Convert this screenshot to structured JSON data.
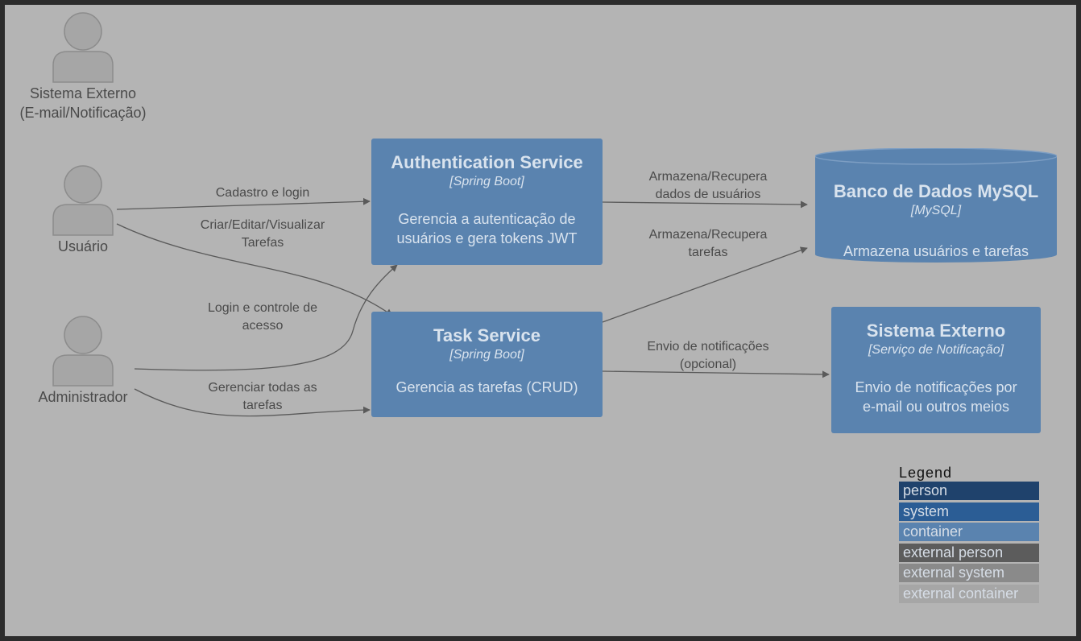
{
  "persons": {
    "external_system": {
      "line1": "Sistema Externo",
      "line2": "(E-mail/Notificação)"
    },
    "usuario": {
      "label": "Usuário"
    },
    "administrador": {
      "label": "Administrador"
    }
  },
  "containers": {
    "auth": {
      "title": "Authentication Service",
      "tech": "[Spring Boot]",
      "desc1": "Gerencia a autenticação de",
      "desc2": "usuários e gera tokens JWT"
    },
    "task": {
      "title": "Task Service",
      "tech": "[Spring Boot]",
      "desc1": "Gerencia as tarefas (CRUD)"
    },
    "db": {
      "title": "Banco de Dados MySQL",
      "tech": "[MySQL]",
      "desc1": "Armazena usuários e tarefas"
    },
    "ext": {
      "title": "Sistema Externo",
      "tech": "[Serviço de Notificação]",
      "desc1": "Envio de notificações por",
      "desc2": "e-mail ou outros meios"
    }
  },
  "edges": {
    "cadastro": {
      "line1": "Cadastro e login"
    },
    "criar": {
      "line1": "Criar/Editar/Visualizar",
      "line2": "Tarefas"
    },
    "login": {
      "line1": "Login e controle de",
      "line2": "acesso"
    },
    "gerenciar": {
      "line1": "Gerenciar todas as",
      "line2": "tarefas"
    },
    "arm_users": {
      "line1": "Armazena/Recupera",
      "line2": "dados de usuários"
    },
    "arm_tasks": {
      "line1": "Armazena/Recupera",
      "line2": "tarefas"
    },
    "envio": {
      "line1": "Envio de notificações",
      "line2": "(opcional)"
    }
  },
  "legend": {
    "title": "Legend",
    "items": [
      {
        "label": "person",
        "color": "#1f426c"
      },
      {
        "label": "system",
        "color": "#2b5d95"
      },
      {
        "label": "container",
        "color": "#5a83af"
      },
      {
        "label": "external person",
        "color": "#5c5c5c"
      },
      {
        "label": "external system",
        "color": "#8a8a8a"
      },
      {
        "label": "external container",
        "color": "#a6a6a6"
      }
    ]
  }
}
